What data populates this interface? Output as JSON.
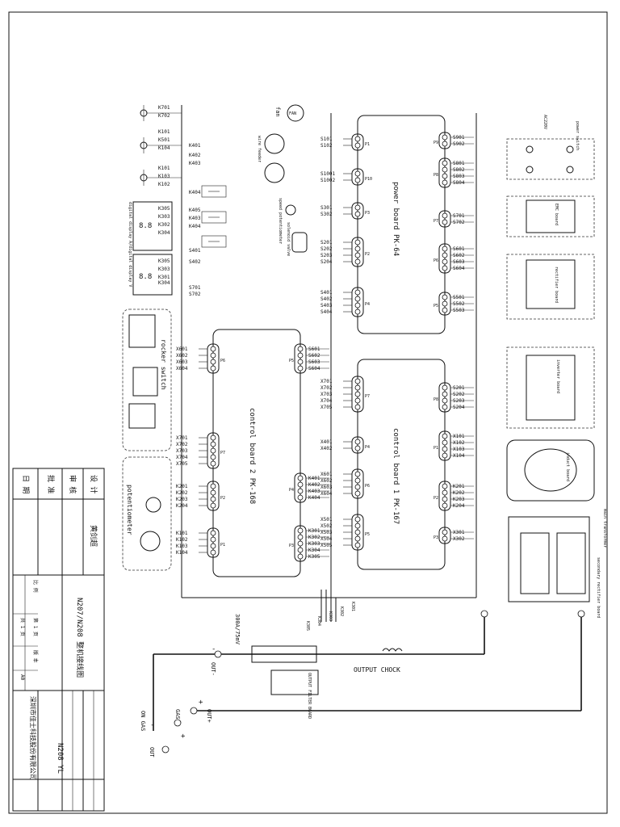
{
  "boards": {
    "power_board": "power board PK-64",
    "control_board_1": "control board 1 PK-167",
    "control_board_2": "control board 2 PK-168"
  },
  "title_block": {
    "design_label": "设 计",
    "designer_name": "黄剑超",
    "review_label": "审 核",
    "approve_label": "批 准",
    "date_label": "日 期",
    "drawing_title": "N207/N208 整机接线图",
    "company": "深圳市佳士科技股份有限公司",
    "model": "N208 YL",
    "scale_label": "比 例",
    "sheet_label": "共 1 页",
    "page_label": "第 1 页",
    "version_label": "版 本",
    "version_value": "A0"
  },
  "components": {
    "fan": "fan",
    "fan_symbol": "FAN",
    "rocker_switch": "rocker switch",
    "potentiometer": "potentiometer",
    "output_chock": "OUTPUT CHOCK",
    "output_filter": "OUTPUT FILTER BOARD",
    "shunt": "300A/75mV",
    "out_minus": "OUT-",
    "out_plus": "OUT+",
    "gas": "GAS",
    "out": "OUT",
    "on_gas": "ON GAS",
    "digital_display": "digital display A/digital display V",
    "main_transformer": "main transformer",
    "secondary_rectifier": "secondary rectifier board",
    "power_switch": "power switch",
    "ac220v": "AC220V",
    "speed_pot": "speed potentiometer",
    "solenoid_valve": "solenoid valve",
    "wire_feeder": "wire feeder",
    "emc_board": "EMC board",
    "rectifier_board": "rectifier board",
    "inverter_board": "inverter board",
    "induct_board": "induct board"
  },
  "power_board_ports": {
    "P1": [
      "S101",
      "S102"
    ],
    "P10": [
      "S1001",
      "S1002"
    ],
    "P3": [
      "S301",
      "S302"
    ],
    "P2": [
      "S201",
      "S202",
      "S203",
      "S204"
    ],
    "P4": [
      "S401",
      "S402",
      "S403",
      "S404"
    ],
    "P9": [
      "S901",
      "S902"
    ],
    "P8": [
      "S801",
      "S802",
      "S803",
      "S804"
    ],
    "P7": [
      "S701",
      "S702"
    ],
    "P6": [
      "S601",
      "S602",
      "S603",
      "S604"
    ],
    "P5": [
      "S501",
      "S502",
      "S503"
    ]
  },
  "control_board_1_ports": {
    "P7": [
      "X701",
      "X702",
      "X703",
      "X704",
      "X705"
    ],
    "P4": [
      "X401",
      "X402"
    ],
    "P6": [
      "X601",
      "X602",
      "X603",
      "X604"
    ],
    "P5": [
      "X501",
      "X502",
      "X503",
      "X504",
      "X505"
    ],
    "P8": [
      "S201",
      "S202",
      "S203",
      "S204"
    ],
    "P1": [
      "X101",
      "X102",
      "X103",
      "X104"
    ],
    "P2": [
      "K201",
      "K202",
      "K203",
      "K204"
    ],
    "P3": [
      "X301",
      "X302"
    ]
  },
  "control_board_2_ports": {
    "P6": [
      "X601",
      "X602",
      "X603",
      "X604"
    ],
    "P7": [
      "X701",
      "X702",
      "X703",
      "X704",
      "X705"
    ],
    "P2": [
      "K201",
      "K202",
      "K203",
      "K204"
    ],
    "P1": [
      "K101",
      "K102",
      "K103",
      "K104"
    ],
    "P5": [
      "S601",
      "S602",
      "S603",
      "S604"
    ],
    "P4": [
      "K401",
      "K402",
      "K403",
      "K404"
    ],
    "P3": [
      "K301",
      "K302",
      "K303",
      "K304",
      "K305"
    ]
  },
  "left_labels": [
    "K701",
    "K702",
    "K101",
    "K501",
    "K104",
    "K401",
    "K402",
    "K403",
    "K101",
    "K103",
    "K102",
    "K404",
    "K405",
    "K403",
    "K404",
    "K305",
    "K303",
    "K302",
    "K304",
    "S401",
    "S402",
    "K305",
    "K303",
    "K301",
    "K304",
    "S701",
    "S702"
  ],
  "ground_labels": [
    "K301",
    "K302",
    "K303",
    "K304",
    "K305"
  ]
}
